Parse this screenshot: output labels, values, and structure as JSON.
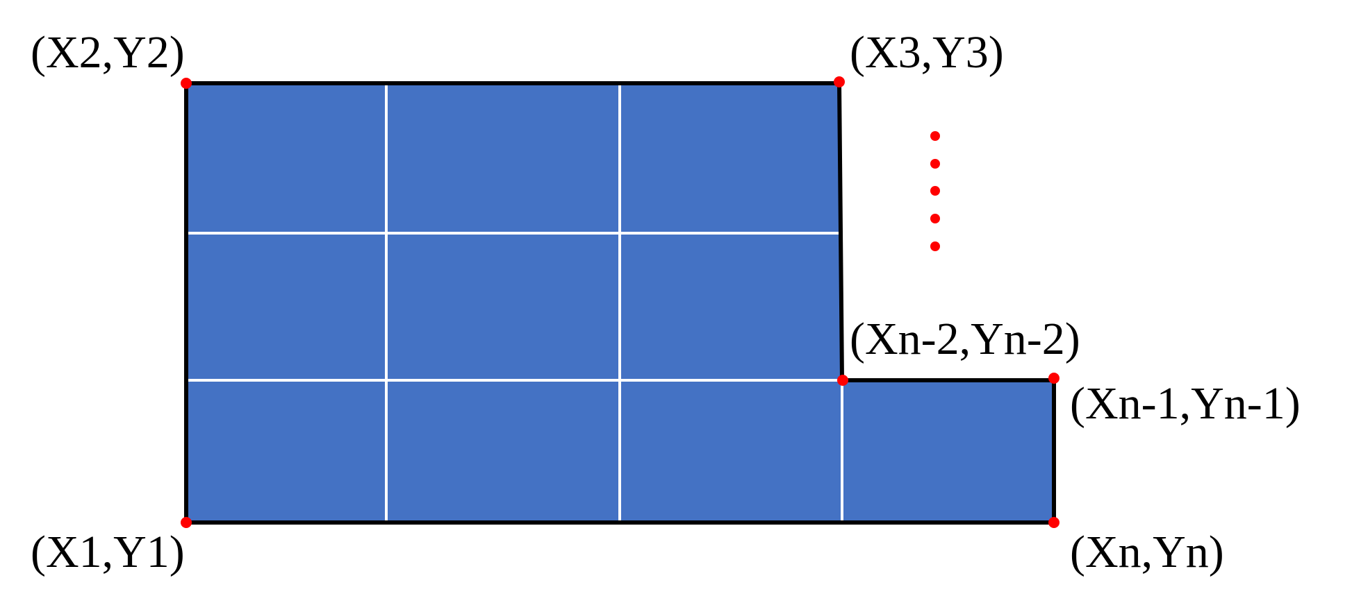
{
  "colors": {
    "region_fill": "#4472C4",
    "outline": "#000000",
    "grid_lines": "#ffffff",
    "vertex_dots": "#ff0000",
    "label_text": "#000000"
  },
  "labels": {
    "p1": "(X1,Y1)",
    "p2": "(X2,Y2)",
    "p3": "(X3,Y3)",
    "pn2": "(Xn-2,Yn-2)",
    "pn1": "(Xn-1,Yn-1)",
    "pn": "(Xn,Yn)"
  },
  "ellipsis_dot_count": 5
}
